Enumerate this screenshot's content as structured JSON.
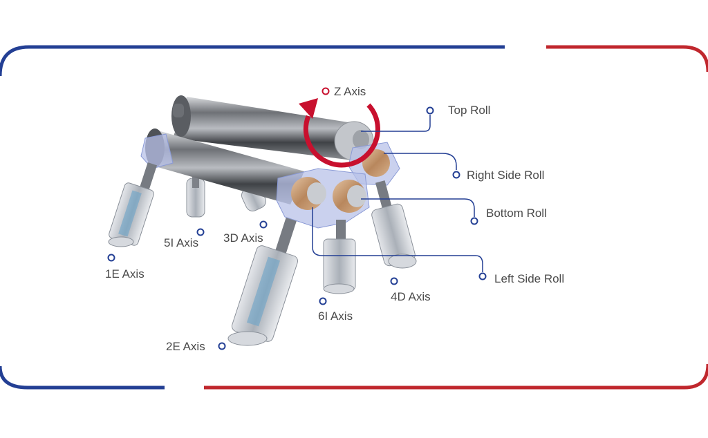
{
  "colors": {
    "frame_blue": "#233f94",
    "frame_red": "#c0272d",
    "accent_red": "#c8102e",
    "callout_line": "#233f94",
    "label_text": "#4a4a4a",
    "steel_dark": "#55585d",
    "steel_light": "#c9ccd1",
    "bearing_blue": "#8a9ad6",
    "roll_copper": "#c9a07a"
  },
  "labels": {
    "z_axis": "Z Axis",
    "top_roll": "Top Roll",
    "right_side_roll": "Right Side Roll",
    "bottom_roll": "Bottom Roll",
    "left_side_roll": "Left Side Roll",
    "axis_1e": "1E Axis",
    "axis_5i": "5I Axis",
    "axis_3d": "3D Axis",
    "axis_2e": "2E Axis",
    "axis_6i": "6I Axis",
    "axis_4d": "4D Axis"
  },
  "icons": {
    "rotation": "rotation-arrow-icon",
    "callout_marker": "circle-marker-icon"
  }
}
